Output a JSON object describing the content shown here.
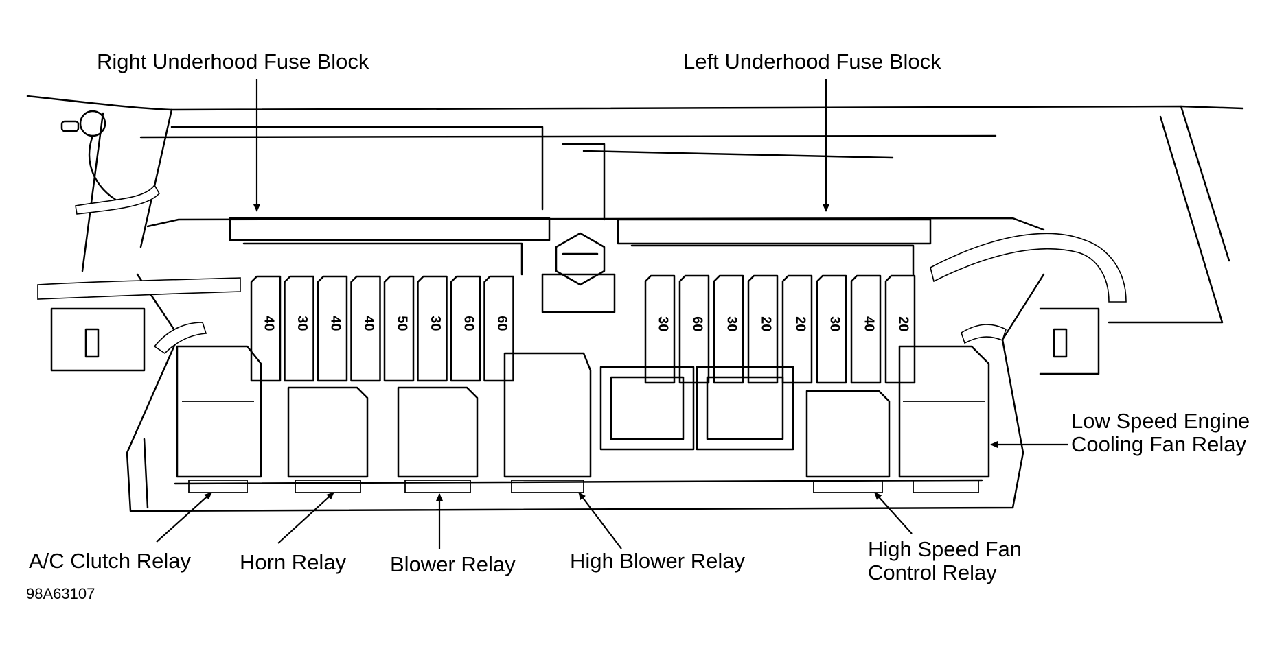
{
  "labels": {
    "right_fuse_block": "Right Underhood Fuse Block",
    "left_fuse_block": "Left Underhood Fuse Block",
    "low_speed_line1": "Low Speed Engine",
    "low_speed_line2": "Cooling Fan Relay",
    "ac_clutch": "A/C Clutch Relay",
    "horn": "Horn Relay",
    "blower": "Blower Relay",
    "high_blower": "High Blower Relay",
    "high_speed_line1": "High Speed Fan",
    "high_speed_line2": "Control Relay",
    "figure_id": "98A63107"
  },
  "fuses": {
    "right_block": [
      "40",
      "30",
      "40",
      "40",
      "50",
      "30",
      "60",
      "60"
    ],
    "left_block": [
      "30",
      "60",
      "30",
      "20",
      "20",
      "30",
      "40",
      "20"
    ]
  }
}
